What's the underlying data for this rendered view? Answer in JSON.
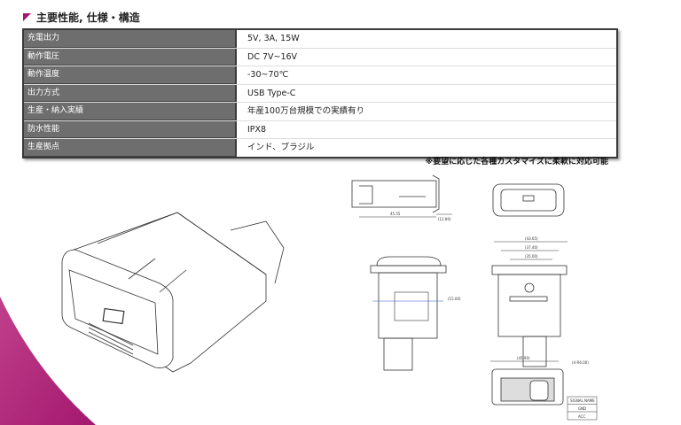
{
  "section_title": "主要性能, 仕様・構造",
  "specs": [
    {
      "label": "充電出力",
      "value": "5V, 3A, 15W"
    },
    {
      "label": "動作電圧",
      "value": "DC 7V~16V"
    },
    {
      "label": "動作温度",
      "value": "-30~70℃"
    },
    {
      "label": "出力方式",
      "value": "USB Type-C"
    },
    {
      "label": "生産・納入実績",
      "value": "年産100万台規模での実績有り"
    },
    {
      "label": "防水性能",
      "value": "IPX8"
    },
    {
      "label": "生産拠点",
      "value": "インド、ブラジル"
    }
  ],
  "note": "※要望に応じた各種カスタマイズに柔軟に対応可能",
  "drawing": {
    "dims": [
      "45.55",
      "(12.80)",
      "(43.65)",
      "(37.40)",
      "(35.00)",
      "(15.00)",
      "(45.90)",
      "(4-R6.00)"
    ],
    "signal_table": [
      "SIGNAL NAME",
      "GND",
      "ACC"
    ]
  },
  "colors": {
    "accent": "#a3186f",
    "label_bg": "#6e6e6e"
  }
}
